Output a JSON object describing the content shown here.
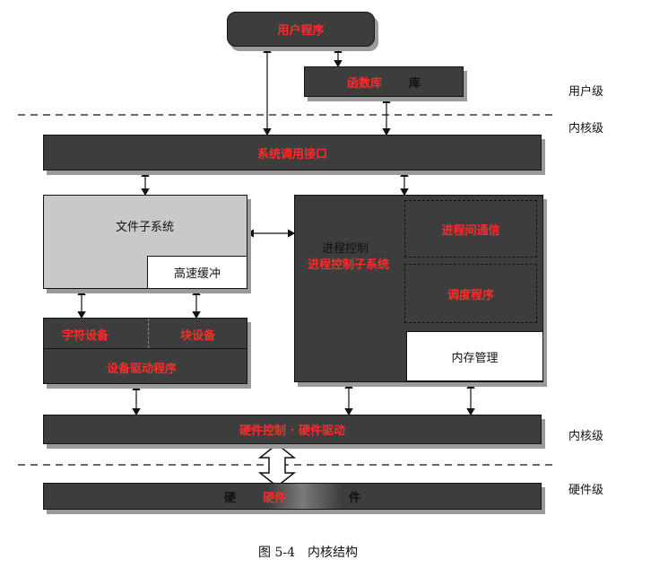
{
  "nodes": {
    "user_program": "用户程序",
    "func_lib_a": "函数库",
    "func_lib_b": "库",
    "syscall": "系统调用接口",
    "fs": "文件子系统",
    "cache": "高速缓冲",
    "char_dev": "字符设备",
    "block_dev": "块设备",
    "driver": "设备驱动程序",
    "proc_ctrl": "进程控制",
    "proc_ctrl_sub": "进程控制子系统",
    "ipc": "进程间通信",
    "scheduler": "调度程序",
    "mem": "内存管理",
    "hw_ctrl": "硬件控制 · 硬件驱动",
    "hw_a": "硬",
    "hw_mid": "硬件",
    "hw_b": "件"
  },
  "levels": {
    "user": "用户级",
    "kernel_top": "内核级",
    "kernel_bottom": "内核级",
    "hardware": "硬件级"
  },
  "caption": "图 5-4　内核结构"
}
